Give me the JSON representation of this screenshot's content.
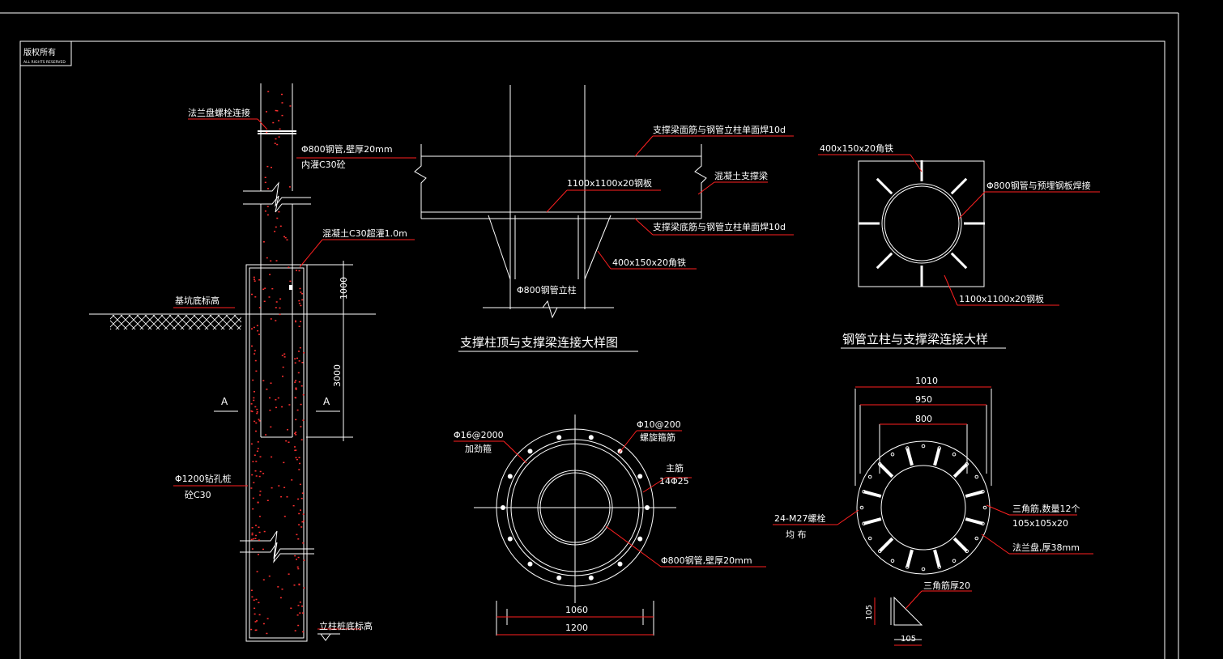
{
  "colors": {
    "background": "#000000",
    "line": "#ffffff",
    "leader": "#ff2020",
    "hatch": "#ff3030"
  },
  "title_block": {
    "line1": "版权所有",
    "line2": "ALL RIGHTS RESERVED"
  },
  "elevation": {
    "flange_bolt": "法兰盘螺栓连接",
    "steel_pipe": "Φ800钢管,壁厚20mm",
    "pipe_infill": "内灌C30砼",
    "concrete_pour": "混凝土C30超灌1.0m",
    "pit_bottom": "基坑底标高",
    "section_a_left": "A",
    "section_a_right": "A",
    "dim_1000": "1000",
    "dim_3000": "3000",
    "pile": "Φ1200钻孔桩",
    "pile_concrete": "砼C30",
    "column_bottom": "立柱桩底标高"
  },
  "detail_top": {
    "top_rebar": "支撑梁面筋与钢管立柱单面焊10d",
    "plate": "1100x1100x20钢板",
    "concrete_beam": "混凝土支撑梁",
    "bottom_rebar": "支撑梁底筋与钢管立柱单面焊10d",
    "angle": "400x150x20角铁",
    "column": "Φ800钢管立柱",
    "title": "支撑柱顶与支撑梁连接大样图"
  },
  "detail_plan": {
    "angle": "400x150x20角铁",
    "weld": "Φ800钢管与预埋钢板焊接",
    "plate": "1100x1100x20钢板",
    "title": "钢管立柱与支撑梁连接大样"
  },
  "section_aa": {
    "stiff_bar": "Φ16@2000",
    "stiff_label": "加劲箍",
    "spiral_bar": "Φ10@200",
    "spiral_label": "螺旋箍筋",
    "main_label": "主筋",
    "main_bar": "14Φ25",
    "pipe": "Φ800钢管,壁厚20mm",
    "dim_inner": "1060",
    "dim_outer": "1200"
  },
  "flange": {
    "dim_1010": "1010",
    "dim_950": "950",
    "dim_800": "800",
    "bolts": "24-M27螺栓",
    "bolts_sub": "均  布",
    "ribs": "三角筋,数量12个",
    "ribs_size": "105x105x20",
    "flange_plate": "法兰盘,厚38mm",
    "rib_thickness": "三角筋厚20",
    "rib_h": "105",
    "rib_w": "105"
  }
}
